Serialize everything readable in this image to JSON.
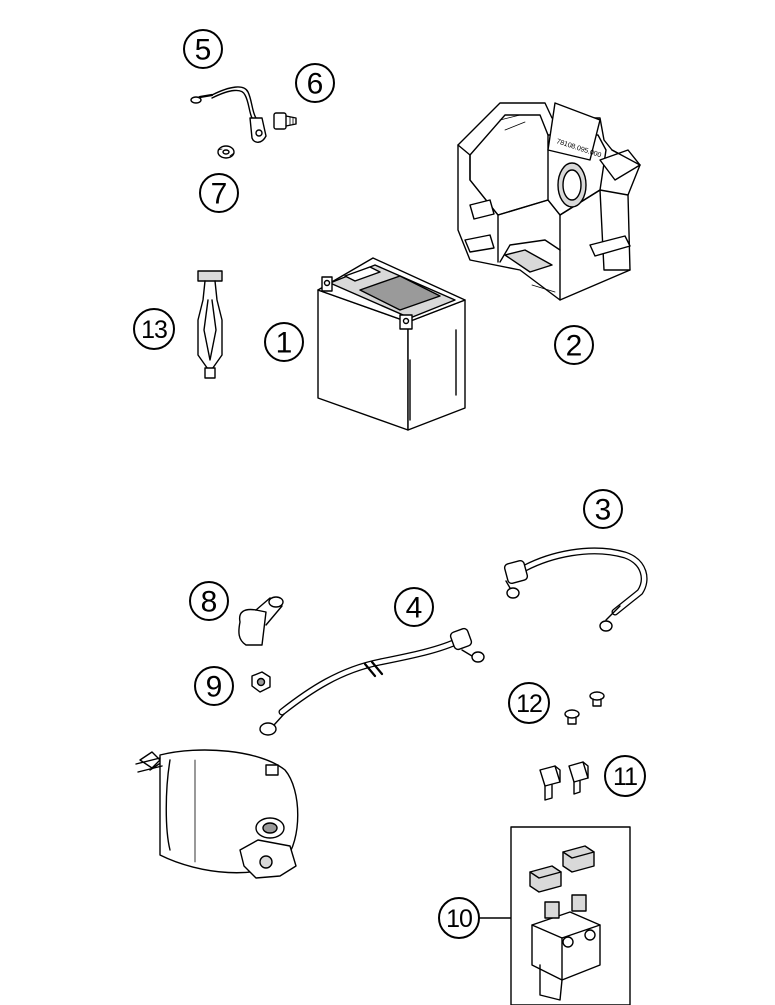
{
  "callouts": [
    {
      "id": "1",
      "label": "1"
    },
    {
      "id": "2",
      "label": "2"
    },
    {
      "id": "3",
      "label": "3"
    },
    {
      "id": "4",
      "label": "4"
    },
    {
      "id": "5",
      "label": "5"
    },
    {
      "id": "6",
      "label": "6"
    },
    {
      "id": "7",
      "label": "7"
    },
    {
      "id": "8",
      "label": "8"
    },
    {
      "id": "9",
      "label": "9"
    },
    {
      "id": "10",
      "label": "10"
    },
    {
      "id": "11",
      "label": "11"
    },
    {
      "id": "12",
      "label": "12"
    },
    {
      "id": "13",
      "label": "13"
    }
  ],
  "battery_box": {
    "part_code": "78108.095.000"
  },
  "colors": {
    "line": "#000000",
    "background": "#ffffff",
    "shade": "#d9d9d9"
  }
}
